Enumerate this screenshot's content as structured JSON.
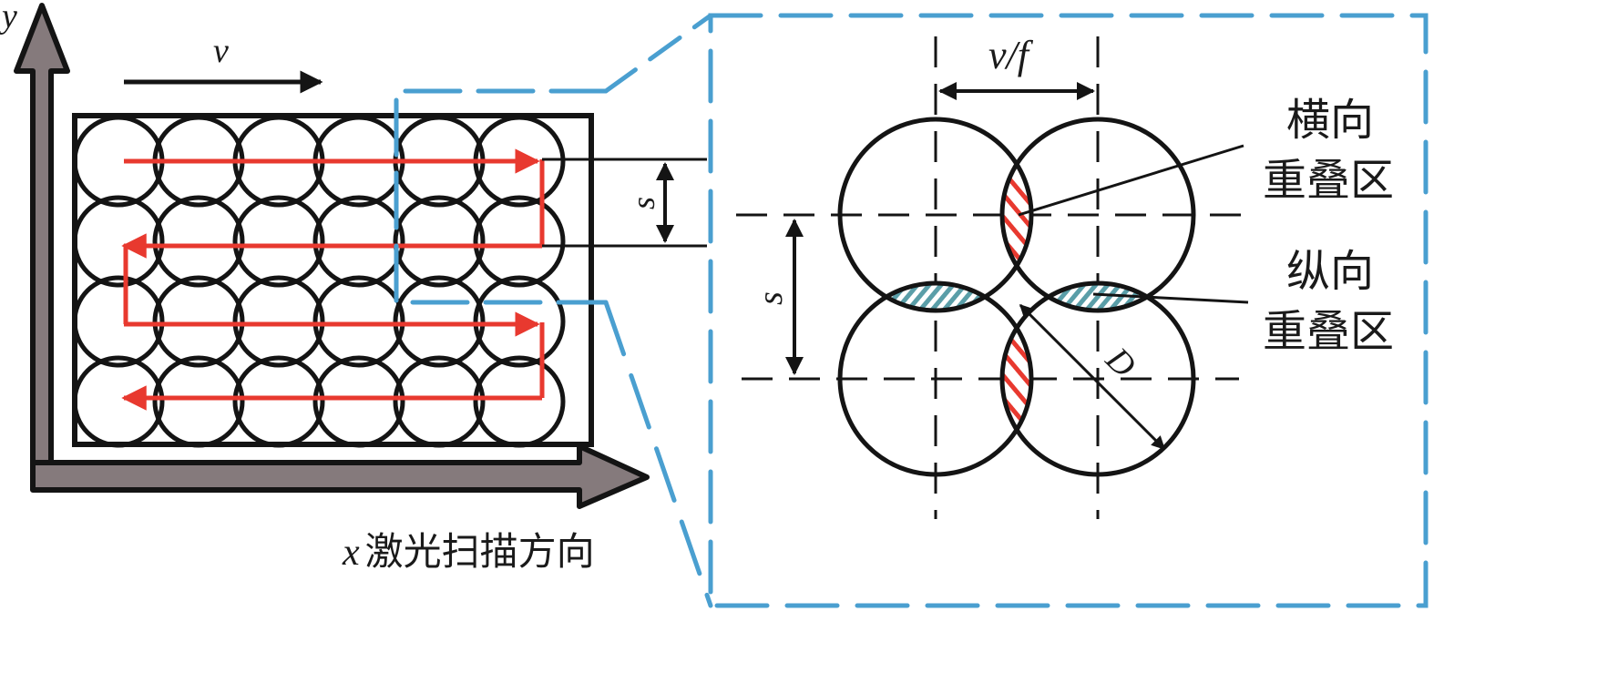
{
  "figure": {
    "left_panel": {
      "axis_y_label": "y",
      "axis_x_label": "x",
      "axis_x_caption": "激光扫描方向",
      "velocity_label": "v",
      "spacing_label": "s",
      "grid": {
        "rows": 4,
        "columns": 6
      },
      "scan_path_rows": 4
    },
    "right_panel": {
      "spacing_label": "s",
      "pulse_spacing_label": "v/f",
      "diameter_label": "D",
      "transverse_overlap_label_line1": "横向",
      "transverse_overlap_label_line2": "重叠区",
      "longitudinal_overlap_label_line1": "纵向",
      "longitudinal_overlap_label_line2": "重叠区"
    },
    "colors": {
      "scan_path": "#e8392f",
      "zoom_frame": "#4a9fd0",
      "axis_fill": "#857a7c",
      "transverse_hatch": "#e8392f",
      "longitudinal_hatch": "#5a9ea8",
      "stroke": "#141414"
    }
  }
}
